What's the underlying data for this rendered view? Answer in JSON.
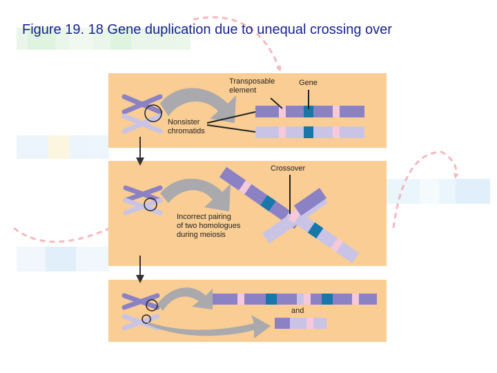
{
  "slide": {
    "title": "Figure 19. 18 Gene duplication due to unequal crossing over"
  },
  "labels": {
    "transposable_element": "Transposable\nelement",
    "gene": "Gene",
    "nonsister_chromatids": "Nonsister\nchromatids",
    "crossover": "Crossover",
    "incorrect_pairing": "Incorrect pairing\nof two homologues\nduring meiosis",
    "and": "and"
  },
  "colors": {
    "title": "#17238f",
    "panel": "#f9cd93",
    "chromatid_dark": "#8a82c4",
    "chromatid_light": "#c9c4e6",
    "transposable_element": "#f5c8dc",
    "gene": "#1777ab",
    "arrow_gray": "#a9a9ae",
    "decor_dash": "#f4a6ae"
  }
}
